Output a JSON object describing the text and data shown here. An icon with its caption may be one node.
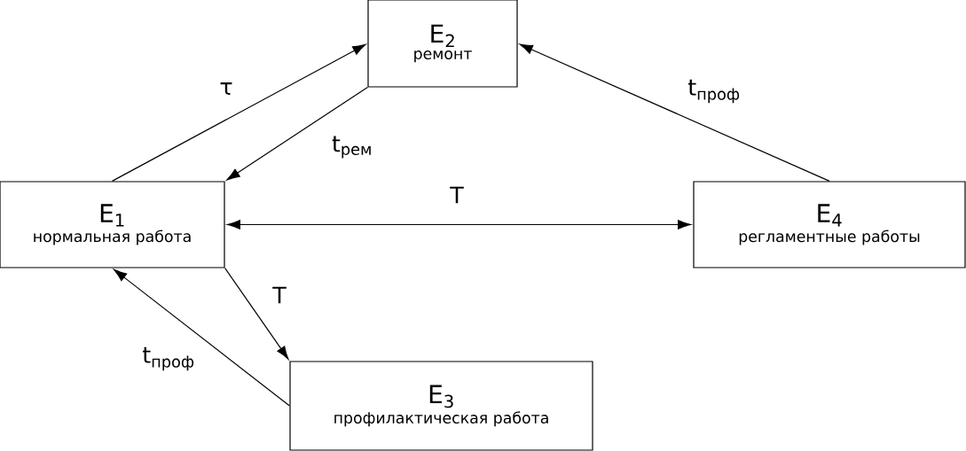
{
  "diagram": {
    "nodes": [
      {
        "text": [
          "E$_{1}$",
          "нормальная работа"
        ]
      },
      {
        "text": [
          "E$_{2}$",
          "ремонт"
        ]
      },
      {
        "text": [
          "E$_{3}$",
          "профилактическая работа"
        ]
      },
      {
        "text": [
          "E$_{4}$",
          "регламентные работы"
        ]
      }
    ],
    "edges": [
      {
        "from": 0,
        "to": 1,
        "arrow": "to",
        "label": "τ"
      },
      {
        "from": 1,
        "to": 0,
        "arrow": "to",
        "label": "t$_{рем}$"
      },
      {
        "from": 0,
        "to": 3,
        "arrow": "both",
        "label": "T"
      },
      {
        "from": 0,
        "to": 2,
        "arrow": "to",
        "label": "T"
      },
      {
        "from": 2,
        "to": 0,
        "arrow": "to",
        "label": "t$_{проф}$"
      },
      {
        "from": 3,
        "to": 1,
        "arrow": "to",
        "label": "t$_{проф}$"
      }
    ]
  }
}
